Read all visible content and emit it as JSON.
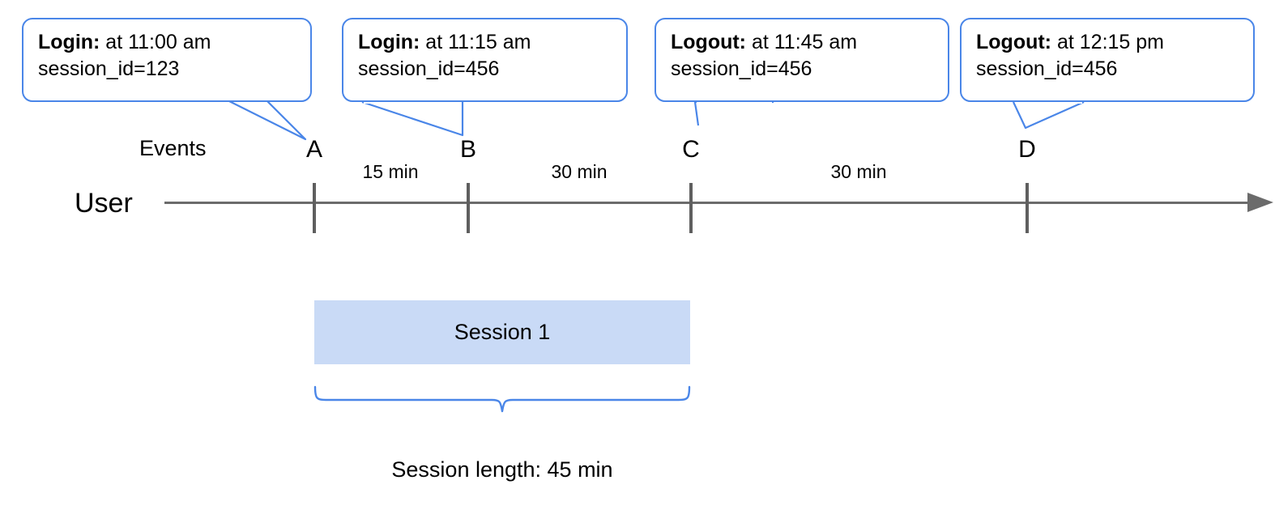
{
  "diagram": {
    "title_hidden": "",
    "colors": {
      "callout_border": "#4a86e8",
      "brace": "#4a86e8",
      "session_fill": "#c9daf6",
      "axis": "#6b6b6b",
      "tick": "#5f5f5f",
      "text": "#000000",
      "background": "#ffffff"
    }
  },
  "callouts": [
    {
      "event_type": "Login:",
      "time_text": " at 11:00 am",
      "session_line": "session_id=123",
      "target": "A"
    },
    {
      "event_type": "Login:",
      "time_text": " at 11:15 am",
      "session_line": "session_id=456",
      "target": "B"
    },
    {
      "event_type": "Logout:",
      "time_text": " at 11:45 am",
      "session_line": "session_id=456",
      "target": "C"
    },
    {
      "event_type": "Logout:",
      "time_text": " at 12:15 pm",
      "session_line": "session_id=456",
      "target": "D"
    }
  ],
  "timeline": {
    "events_row_label": "Events",
    "user_row_label": "User",
    "ticks": [
      {
        "letter": "A"
      },
      {
        "letter": "B"
      },
      {
        "letter": "C"
      },
      {
        "letter": "D"
      }
    ],
    "intervals": [
      {
        "label": "15 min",
        "from": "A",
        "to": "B"
      },
      {
        "label": "30 min",
        "from": "B",
        "to": "C"
      },
      {
        "label": "30 min",
        "from": "C",
        "to": "D"
      }
    ]
  },
  "session": {
    "bar_label": "Session 1",
    "length_note": "Session length: 45 min"
  }
}
